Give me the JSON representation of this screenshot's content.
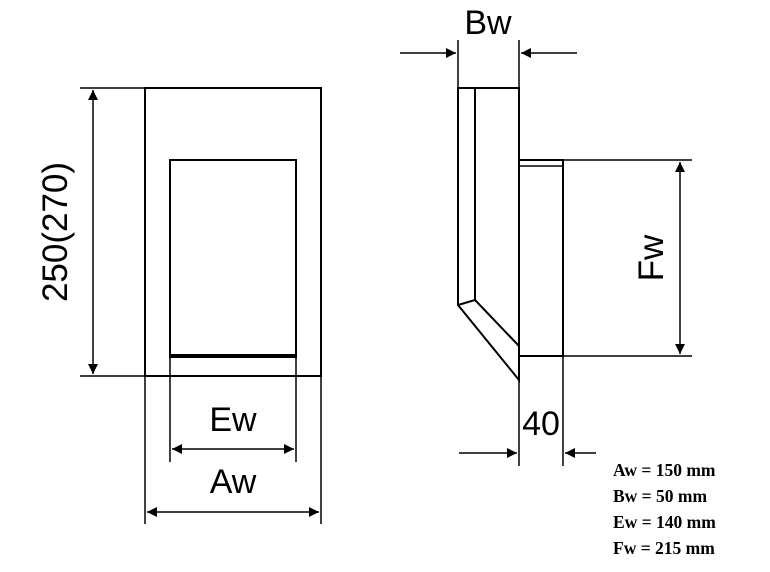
{
  "front_view": {
    "height_label": "250(270)",
    "width_label": "Aw",
    "inner_width_label": "Ew"
  },
  "side_view": {
    "depth_label": "Bw",
    "fixture_height_label": "Fw",
    "offset_label": "40"
  },
  "legend": [
    "Aw = 150 mm",
    "Bw = 50 mm",
    "Ew = 140 mm",
    "Fw = 215 mm"
  ],
  "colors": {
    "line": "#000000",
    "background": "#ffffff"
  }
}
